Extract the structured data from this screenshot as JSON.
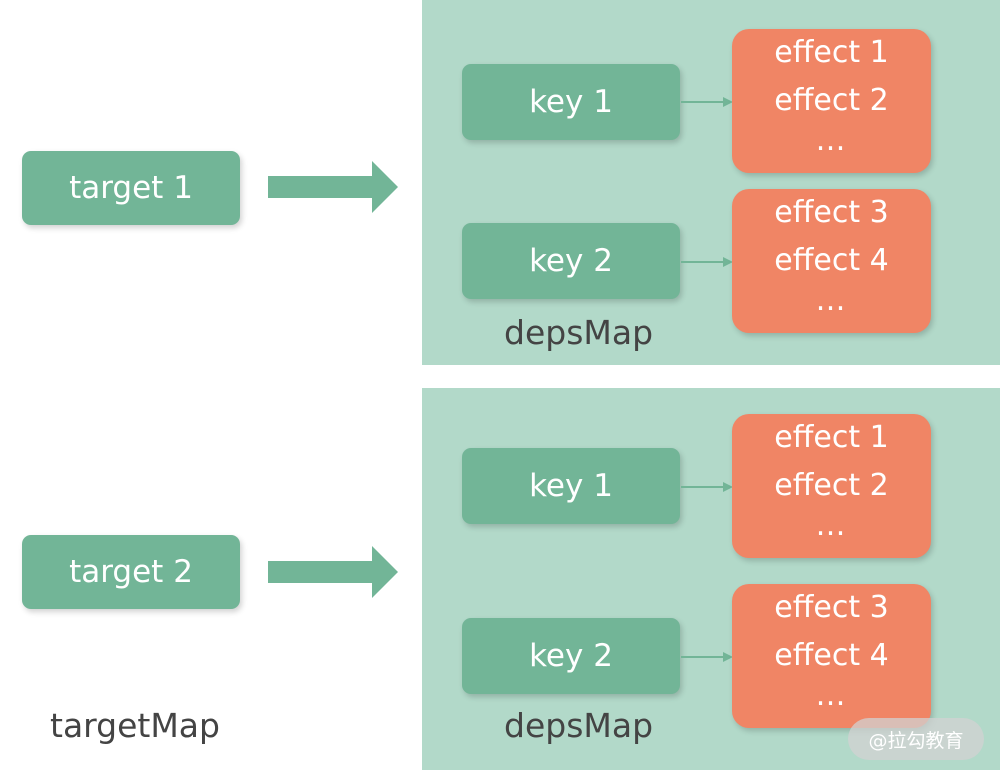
{
  "targets": [
    "target 1",
    "target 2"
  ],
  "target_map_label": "targetMap",
  "deps_maps": [
    {
      "label": "depsMap",
      "keys": [
        {
          "label": "key 1",
          "effects": [
            "effect 1",
            "effect 2",
            "…"
          ]
        },
        {
          "label": "key 2",
          "effects": [
            "effect 3",
            "effect 4",
            "…"
          ]
        }
      ]
    },
    {
      "label": "depsMap",
      "keys": [
        {
          "label": "key 1",
          "effects": [
            "effect 1",
            "effect 2",
            "…"
          ]
        },
        {
          "label": "key 2",
          "effects": [
            "effect 3",
            "effect 4",
            "…"
          ]
        }
      ]
    }
  ],
  "watermark": "@拉勾教育",
  "colors": {
    "panel_bg": "#b2d9c9",
    "green_box": "#72b597",
    "effect_box": "#f08565",
    "arrow": "#72b597",
    "label_text": "#444444"
  }
}
